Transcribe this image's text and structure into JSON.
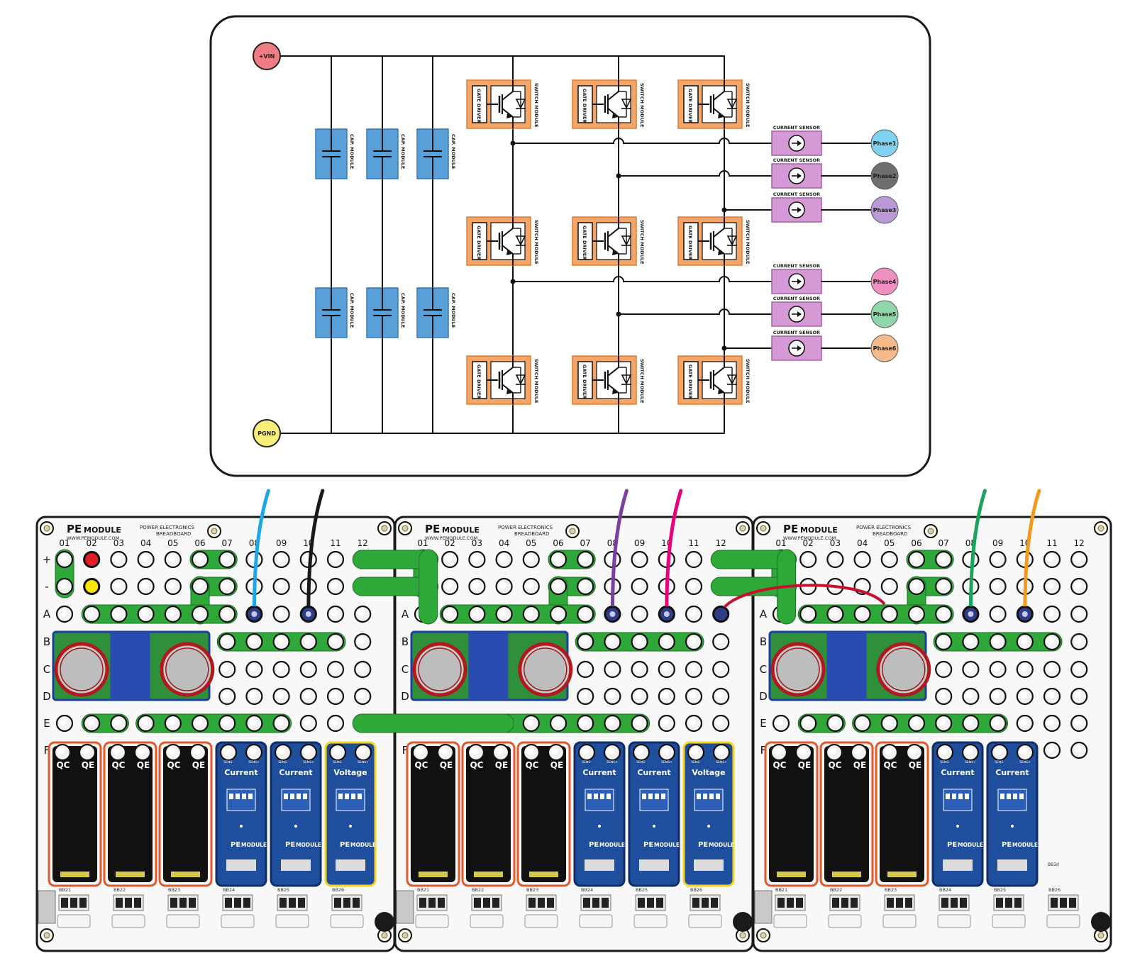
{
  "schematic": {
    "terminals": {
      "vin": "+VIN",
      "pgnd": "PGND"
    },
    "cap_module_label": "CAP. MODULE",
    "gate_driver_label": "GATE DRIVER",
    "switch_module_label": "SWITCH MODULE",
    "current_sensor_label": "CURRENT SENSOR",
    "phases": [
      {
        "name": "Phase1",
        "color": "#7fd3f0"
      },
      {
        "name": "Phase2",
        "color": "#6e6e6e"
      },
      {
        "name": "Phase3",
        "color": "#b99ad6"
      },
      {
        "name": "Phase4",
        "color": "#f090c0"
      },
      {
        "name": "Phase5",
        "color": "#8fd6a8"
      },
      {
        "name": "Phase6",
        "color": "#f5b98a"
      }
    ],
    "colors": {
      "cap": "#5aa0d8",
      "switch": "#f4a56a",
      "sensor": "#d59ad6",
      "vin": "#ef7b84",
      "pgnd": "#f7ee7a"
    }
  },
  "breadboards": {
    "brand_pe": "PE",
    "brand_module": "MODULE",
    "subtitle_line1": "POWER ELECTRONICS",
    "subtitle_line2": "BREADBOARD",
    "url": "WWW.PEMODULE.COM",
    "columns": [
      "01",
      "02",
      "03",
      "04",
      "05",
      "06",
      "07",
      "08",
      "09",
      "10",
      "11",
      "12"
    ],
    "rows": [
      "+",
      "-",
      "A",
      "B",
      "C",
      "D",
      "E",
      "F"
    ],
    "switch_labels": {
      "qc": "QC",
      "qe": "QE"
    },
    "sensor_pin_left": "SENS-",
    "sensor_pin_right": "SENS+",
    "boards": [
      {
        "modules": [
          "Current",
          "Current",
          "Voltage"
        ],
        "slot_labels": [
          "BB21",
          "BB22",
          "BB23",
          "BB24",
          "BB25",
          "BB26"
        ],
        "wires": [
          {
            "color": "#1ea7e8"
          },
          {
            "color": "#1a1a1a"
          }
        ]
      },
      {
        "modules": [
          "Current",
          "Current",
          "Voltage"
        ],
        "slot_labels": [
          "BB21",
          "BB22",
          "BB23",
          "BB24",
          "BB25",
          "BB26"
        ],
        "wires": [
          {
            "color": "#7a3fa0"
          },
          {
            "color": "#e6007e"
          }
        ]
      },
      {
        "modules": [
          "Current",
          "Current"
        ],
        "slot_labels": [
          "BB21",
          "BB22",
          "BB23",
          "BB24",
          "BB25",
          "BB26"
        ],
        "extra_label": "BB3d",
        "wires": [
          {
            "color": "#1aa35a"
          },
          {
            "color": "#f39a1e"
          }
        ]
      }
    ],
    "colors": {
      "trace": "#2fa83a",
      "switch_border": "#e0582b",
      "sensor_blue": "#1f4e9c",
      "voltage_border": "#f5d21e",
      "red_wire": "#c8102e"
    }
  }
}
